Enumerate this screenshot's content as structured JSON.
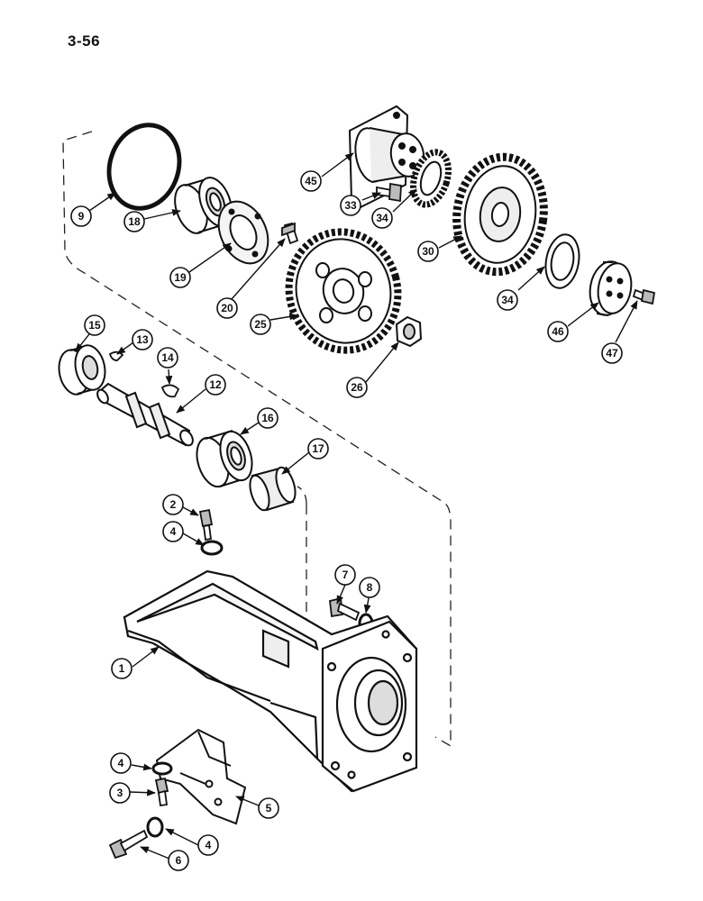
{
  "page": {
    "number": "3-56"
  },
  "callouts": [
    {
      "id": "c9",
      "label": "9"
    },
    {
      "id": "c18",
      "label": "18"
    },
    {
      "id": "c19",
      "label": "19"
    },
    {
      "id": "c20",
      "label": "20"
    },
    {
      "id": "c25",
      "label": "25"
    },
    {
      "id": "c45",
      "label": "45"
    },
    {
      "id": "c33",
      "label": "33"
    },
    {
      "id": "c34a",
      "label": "34"
    },
    {
      "id": "c30",
      "label": "30"
    },
    {
      "id": "c34b",
      "label": "34"
    },
    {
      "id": "c46",
      "label": "46"
    },
    {
      "id": "c47",
      "label": "47"
    },
    {
      "id": "c26",
      "label": "26"
    },
    {
      "id": "c15",
      "label": "15"
    },
    {
      "id": "c13",
      "label": "13"
    },
    {
      "id": "c14",
      "label": "14"
    },
    {
      "id": "c12",
      "label": "12"
    },
    {
      "id": "c16",
      "label": "16"
    },
    {
      "id": "c17",
      "label": "17"
    },
    {
      "id": "c2",
      "label": "2"
    },
    {
      "id": "c4a",
      "label": "4"
    },
    {
      "id": "c7",
      "label": "7"
    },
    {
      "id": "c8",
      "label": "8"
    },
    {
      "id": "c1",
      "label": "1"
    },
    {
      "id": "c4b",
      "label": "4"
    },
    {
      "id": "c3",
      "label": "3"
    },
    {
      "id": "c5",
      "label": "5"
    },
    {
      "id": "c4c",
      "label": "4"
    },
    {
      "id": "c6",
      "label": "6"
    }
  ]
}
